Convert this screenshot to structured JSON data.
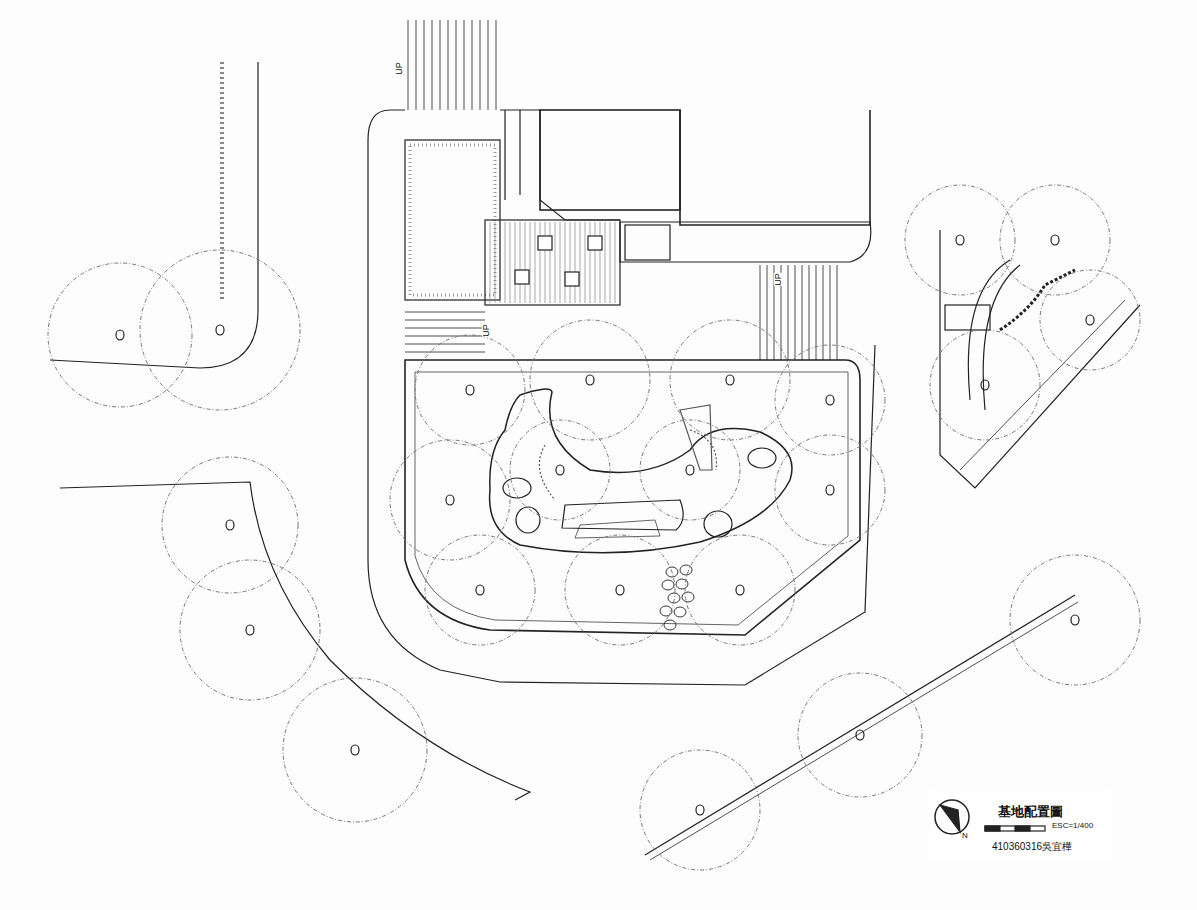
{
  "diagram": {
    "labels": [
      "UP",
      "UP",
      "UP",
      "基地配置圖",
      "ESC=1/400",
      "410360316吳宜樺",
      "N"
    ]
  }
}
